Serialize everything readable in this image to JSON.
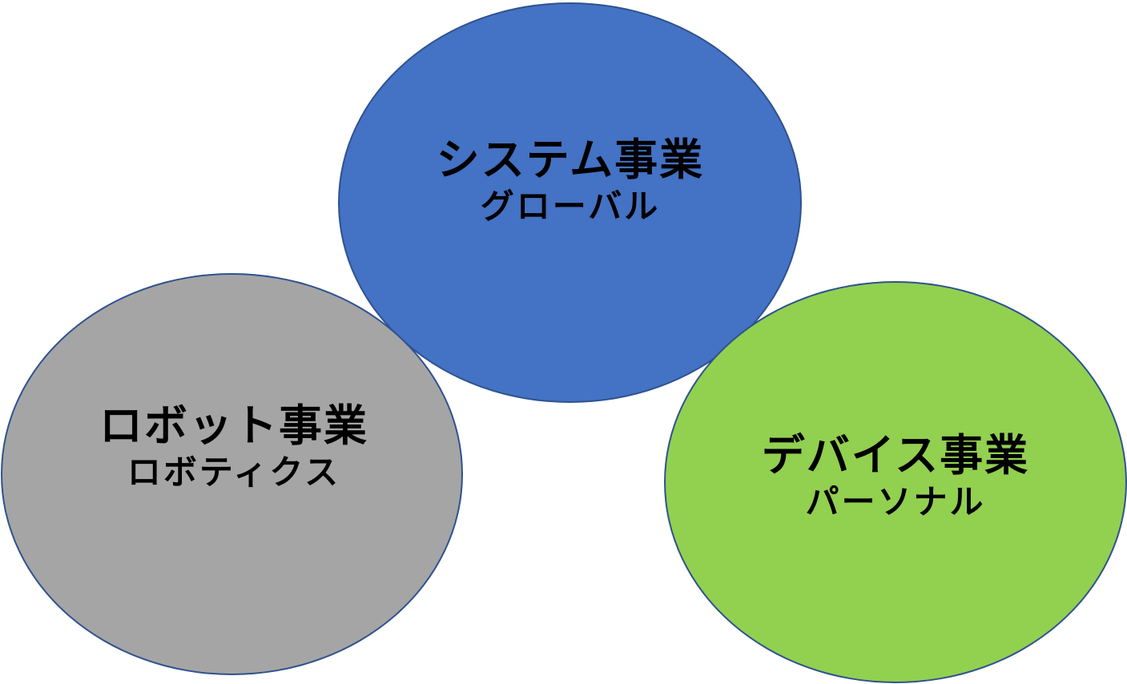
{
  "diagram": {
    "nodes": [
      {
        "title": "システム事業",
        "subtitle": "グローバル",
        "color": "#4472c4"
      },
      {
        "title": "ロボット事業",
        "subtitle": "ロボティクス",
        "color": "#a5a5a5"
      },
      {
        "title": "デバイス事業",
        "subtitle": "パーソナル",
        "color": "#92d050"
      }
    ],
    "outline_color": "#2f528f"
  }
}
